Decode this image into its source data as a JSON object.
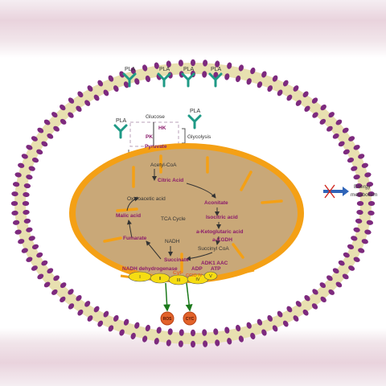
{
  "drug": {
    "label": "PLA"
  },
  "labels": {
    "glucose": "Glucose",
    "hk": "HK",
    "pk": "PK",
    "glycolysis": "Glycolysis",
    "pyruvate": "Pyruvate",
    "acetyl_coa": "Acetyl-CoA",
    "citric_acid": "Citric Acid",
    "oxaloacetic_acid": "Oxaloacetic acid",
    "aconitate": "Aconitate",
    "malic_acid": "Malic acid",
    "tca_cycle": "TCA Cycle",
    "isocitric_acid": "Isocitric acid",
    "fumarate": "Fumarate",
    "nadh": "NADH",
    "a_ketoglutaric_acid": "a-Ketoglutaric acid",
    "a_kgdh": "a-KGDH",
    "succinyl_coa": "Succinyl CoA",
    "succinate": "Succinate",
    "adk1_aac": "ADK1 AAC",
    "nadh_dehydrogenase": "NADH dehydrogenase",
    "adp": "ADP",
    "atp": "ATP",
    "cyt_c": "Cyt-",
    "cco": "CCIO IV",
    "complex_1": "I",
    "complex_2": "II",
    "complex_3": "III",
    "complex_4": "IV",
    "complex_5": "V",
    "ros": "ROS",
    "cyt_c_release": "CYC",
    "energy_line1": "Energy",
    "energy_line2": "metabolism"
  },
  "colors": {
    "membrane_head": "#7d2a7e",
    "membrane_tail": "#e8e0b0",
    "mito_fill": "#c9a878",
    "mito_outer": "#f4a015",
    "metabolite": "#8b1b6b",
    "antibody": "#1f9a86",
    "complex": "#f6dc12",
    "release": "#e2632a",
    "arrow_blue": "#2f64b8",
    "cross_red": "#d0261d"
  }
}
